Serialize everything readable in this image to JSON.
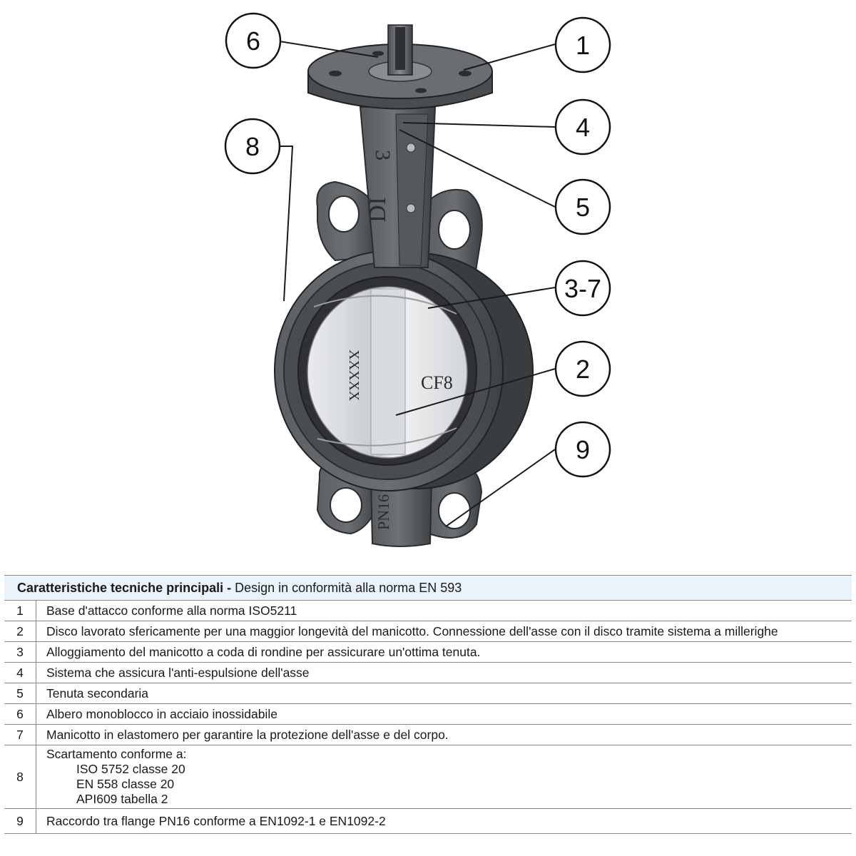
{
  "callouts": [
    "6",
    "1",
    "4",
    "8",
    "5",
    "3-7",
    "2",
    "9"
  ],
  "castings": {
    "neck_number": "3",
    "neck_material": "DI",
    "disc_code": "XXXXX",
    "disc_material": "CF8",
    "pressure": "PN16"
  },
  "table": {
    "header_bold": "Caratteristiche tecniche principali -",
    "header_rest": "Design in conformità alla norma EN 593",
    "rows": [
      {
        "num": "1",
        "text": "Base d'attacco conforme alla norma ISO5211"
      },
      {
        "num": "2",
        "text": "Disco lavorato sfericamente per una maggior longevità del manicotto. Connessione dell'asse con il disco tramite sistema a millerighe"
      },
      {
        "num": "3",
        "text": "Alloggiamento del manicotto a coda di rondine per assicurare un'ottima tenuta."
      },
      {
        "num": "4",
        "text": "Sistema che assicura l'anti-espulsione dell'asse"
      },
      {
        "num": "5",
        "text": "Tenuta secondaria"
      },
      {
        "num": "6",
        "text": "Albero monoblocco in acciaio inossidabile"
      },
      {
        "num": "7",
        "text": "Manicotto in elastomero per garantire la protezione dell'asse e del corpo."
      },
      {
        "num": "8",
        "text": "Scartamento conforme a:",
        "sub": [
          "ISO 5752 classe 20",
          "EN 558 classe 20",
          "API609 tabella 2"
        ]
      },
      {
        "num": "9",
        "text": "Raccordo tra flange PN16 conforme a EN1092-1 e EN1092-2"
      }
    ]
  }
}
